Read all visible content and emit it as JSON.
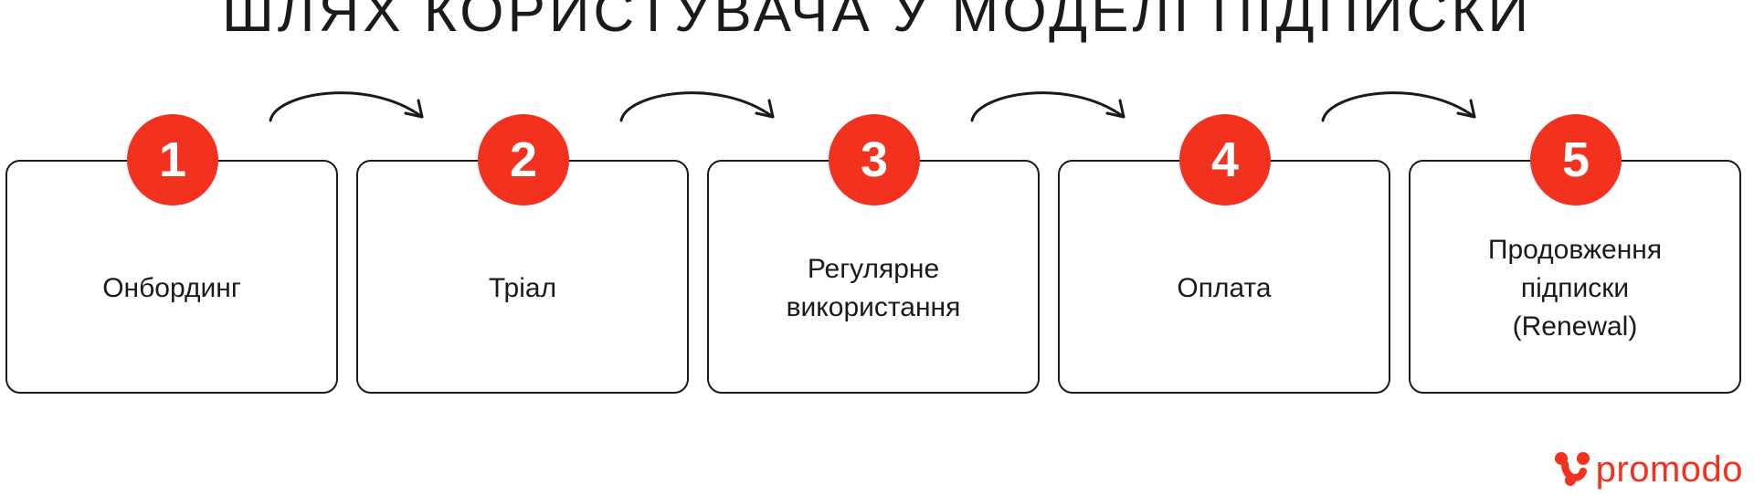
{
  "title": "ШЛЯХ КОРИСТУВАЧА У МОДЕЛІ ПІДПИСКИ",
  "steps": [
    {
      "number": "1",
      "label": "Онбординг"
    },
    {
      "number": "2",
      "label": "Тріал"
    },
    {
      "number": "3",
      "label": "Регулярне\nвикористання"
    },
    {
      "number": "4",
      "label": "Оплата"
    },
    {
      "number": "5",
      "label": "Продовження\nпідписки\n(Renewal)"
    }
  ],
  "logo": {
    "text": "promodo",
    "icon": "promodo-logo-icon"
  },
  "colors": {
    "accent": "#f2321f",
    "border": "#1a1a1a",
    "background": "#ffffff"
  }
}
